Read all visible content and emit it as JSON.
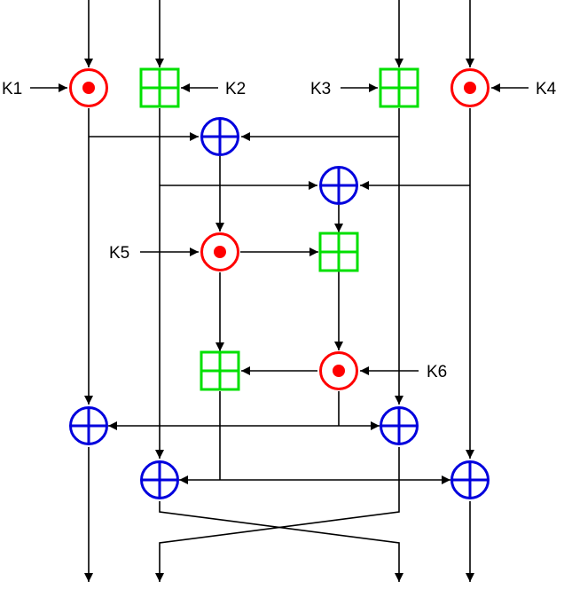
{
  "keys": {
    "k1": "K1",
    "k2": "K2",
    "k3": "K3",
    "k4": "K4",
    "k5": "K5",
    "k6": "K6"
  },
  "colors": {
    "multiply": "#ff0000",
    "add": "#00e000",
    "xor": "#0000dd",
    "wire": "#000000"
  },
  "icons": {
    "multiply": "circled-dot-icon",
    "add": "boxed-plus-icon",
    "xor": "circled-plus-icon"
  }
}
